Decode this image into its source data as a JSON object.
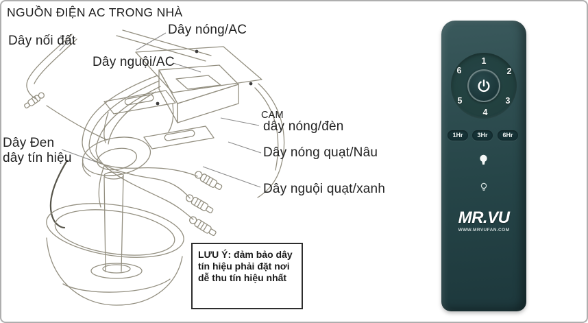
{
  "figure": {
    "title": "NGUỒN ĐIỆN AC TRONG NHÀ",
    "labels": {
      "ground_wire": "Dây nối đất",
      "hot_wire_ac": "Dây nóng/AC",
      "neutral_wire_ac": "Dây nguội/AC",
      "cam": "CAM",
      "cam_sub": "dây nóng/đèn",
      "fan_hot_wire": "Dây nóng quạt/Nâu",
      "fan_neutral_wire": "Dây nguội quạt/xanh",
      "black_wire": "Dây Đen",
      "black_wire_sub": "dây tín hiệu"
    },
    "note": "LƯU Ý: đảm bảo dây tín hiệu phải đặt nơi dễ thu tín hiệu nhất"
  },
  "remote": {
    "speed_buttons": [
      "1",
      "2",
      "3",
      "4",
      "5",
      "6"
    ],
    "timer_buttons": [
      "1Hr",
      "3Hr",
      "6Hr"
    ],
    "brand": "MR.VU",
    "website": "WWW.MRVUFAN.COM",
    "icons": {
      "power": "power-icon",
      "light": "light-bulb-icon",
      "dim": "dim-bulb-icon"
    },
    "colors": {
      "body": "#2b484b",
      "body_dark": "#1c3437",
      "button": "#16363a",
      "text": "#ffffff"
    }
  }
}
